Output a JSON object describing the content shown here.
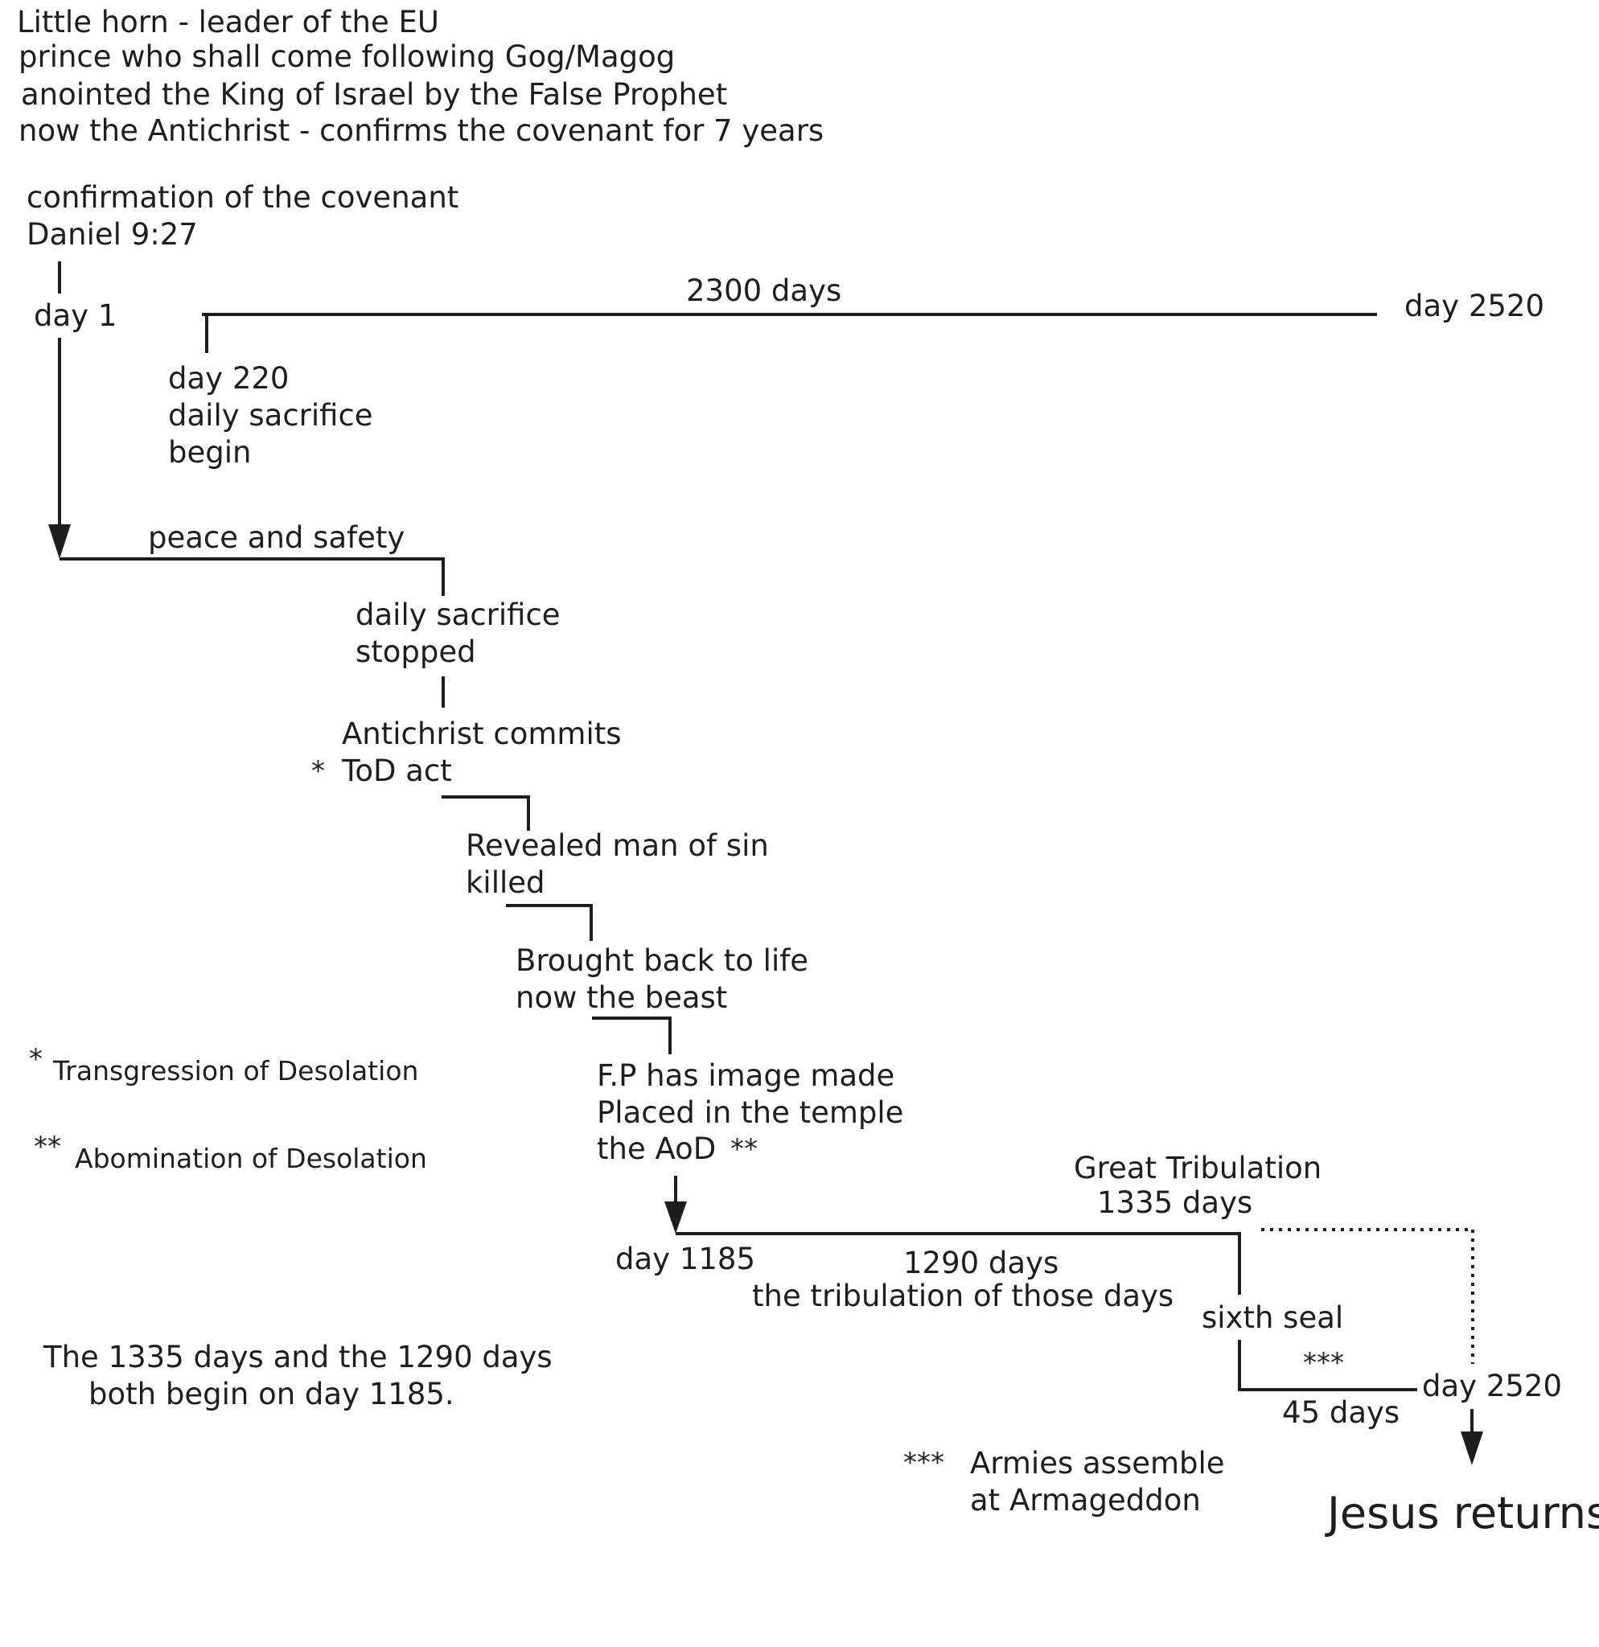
{
  "header": {
    "line1": "Little horn - leader of the EU",
    "line2": "prince who shall come following Gog/Magog",
    "line3": "anointed the King of Israel by the False Prophet",
    "line4": "now the Antichrist - confirms the covenant for 7 years"
  },
  "confirmation": {
    "line1": "confirmation of the covenant",
    "line2": "Daniel 9:27"
  },
  "timeline_top": {
    "day1": "day 1",
    "span_2300": "2300 days",
    "day2520": "day 2520",
    "day220": "day 220",
    "sacrifice_begin_1": "daily sacrifice",
    "sacrifice_begin_2": "begin"
  },
  "steps": {
    "peace": "peace and safety",
    "sacrifice_stopped_1": "daily sacrifice",
    "sacrifice_stopped_2": "stopped",
    "tod_1": "Antichrist commits",
    "tod_2": "ToD act",
    "tod_star": "*",
    "revealed_1": "Revealed man of sin",
    "revealed_2": "killed",
    "beast_1": "Brought back to life",
    "beast_2": "now the beast",
    "image_1": "F.P has image made",
    "image_2": "Placed in the temple",
    "image_3": "the AoD",
    "image_stars": "**"
  },
  "legend": {
    "tod_star": "*",
    "tod_label": "Transgression of Desolation",
    "aod_stars": "**",
    "aod_label": "Abomination of Desolation"
  },
  "timeline_bottom": {
    "day1185": "day 1185",
    "span_1290": "1290 days",
    "tribulation_days": "the tribulation of those days",
    "great_tribulation": "Great Tribulation",
    "span_1335": "1335 days",
    "sixth_seal": "sixth seal",
    "armies_stars": "***",
    "day2520": "day 2520",
    "span_45": "45 days",
    "jesus": "Jesus returns"
  },
  "footnote": {
    "stars": "***",
    "line1": "Armies assemble",
    "line2": "at Armageddon"
  },
  "note": {
    "line1": "The 1335 days and the 1290 days",
    "line2": "both begin on day 1185."
  },
  "colors": {
    "ink": "#1e1e1e",
    "background": "#ffffff"
  }
}
